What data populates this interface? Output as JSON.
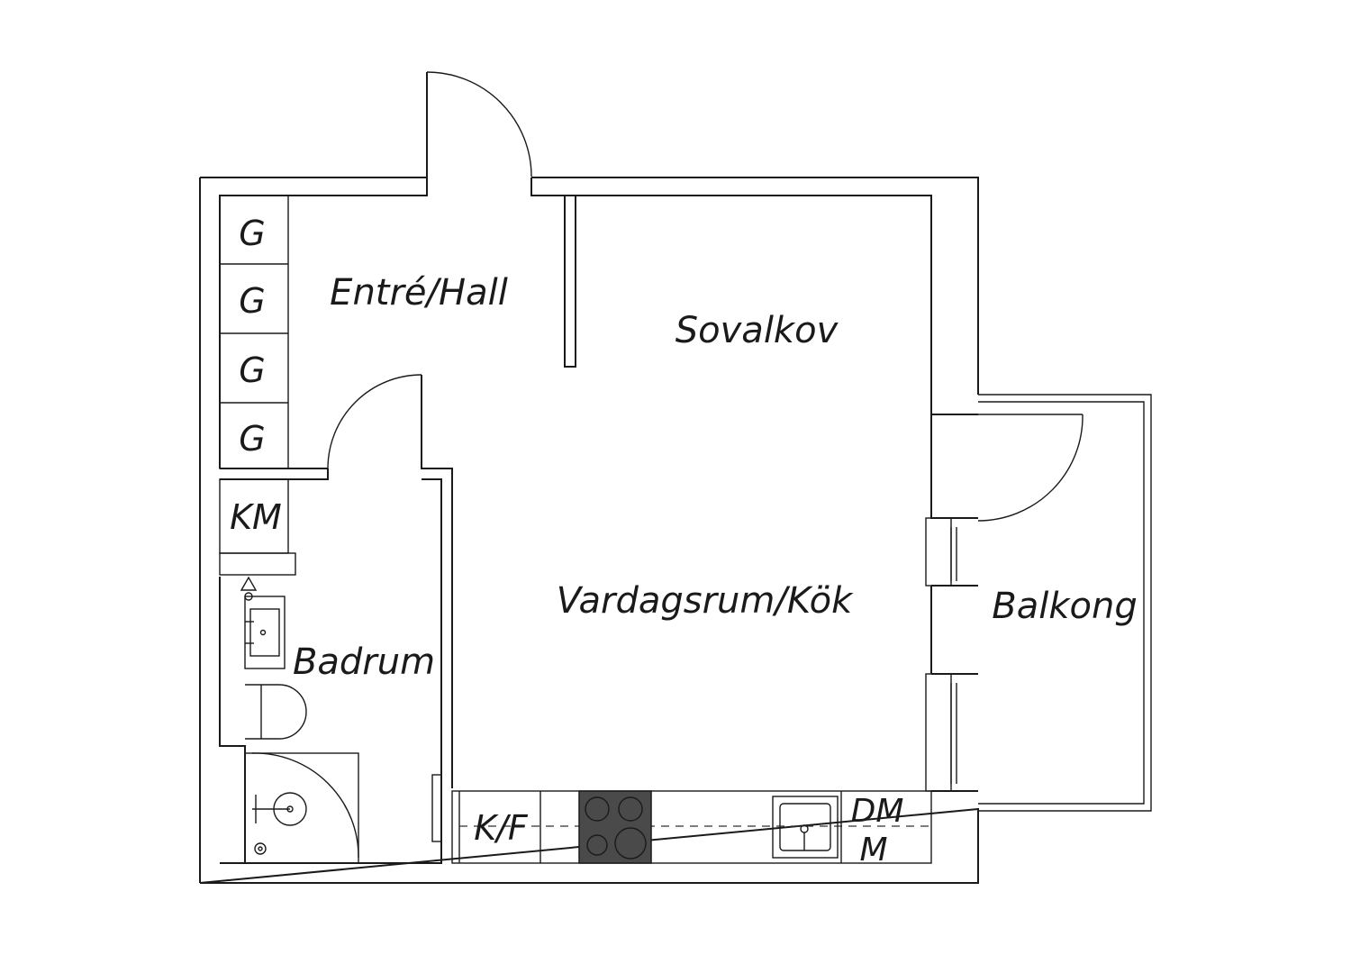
{
  "rooms": {
    "entre": "Entré/Hall",
    "sovalkov": "Sovalkov",
    "vardagsrum": "Vardagsrum/Kök",
    "badrum": "Badrum",
    "balkong": "Balkong"
  },
  "storage": {
    "g1": "G",
    "g2": "G",
    "g3": "G",
    "g4": "G",
    "km": "KM"
  },
  "kitchen": {
    "kf": "K/F",
    "dm": "DM",
    "m": "M"
  },
  "colors": {
    "line": "#1a1a1a",
    "stove": "#4a4a4a",
    "background": "#ffffff"
  }
}
